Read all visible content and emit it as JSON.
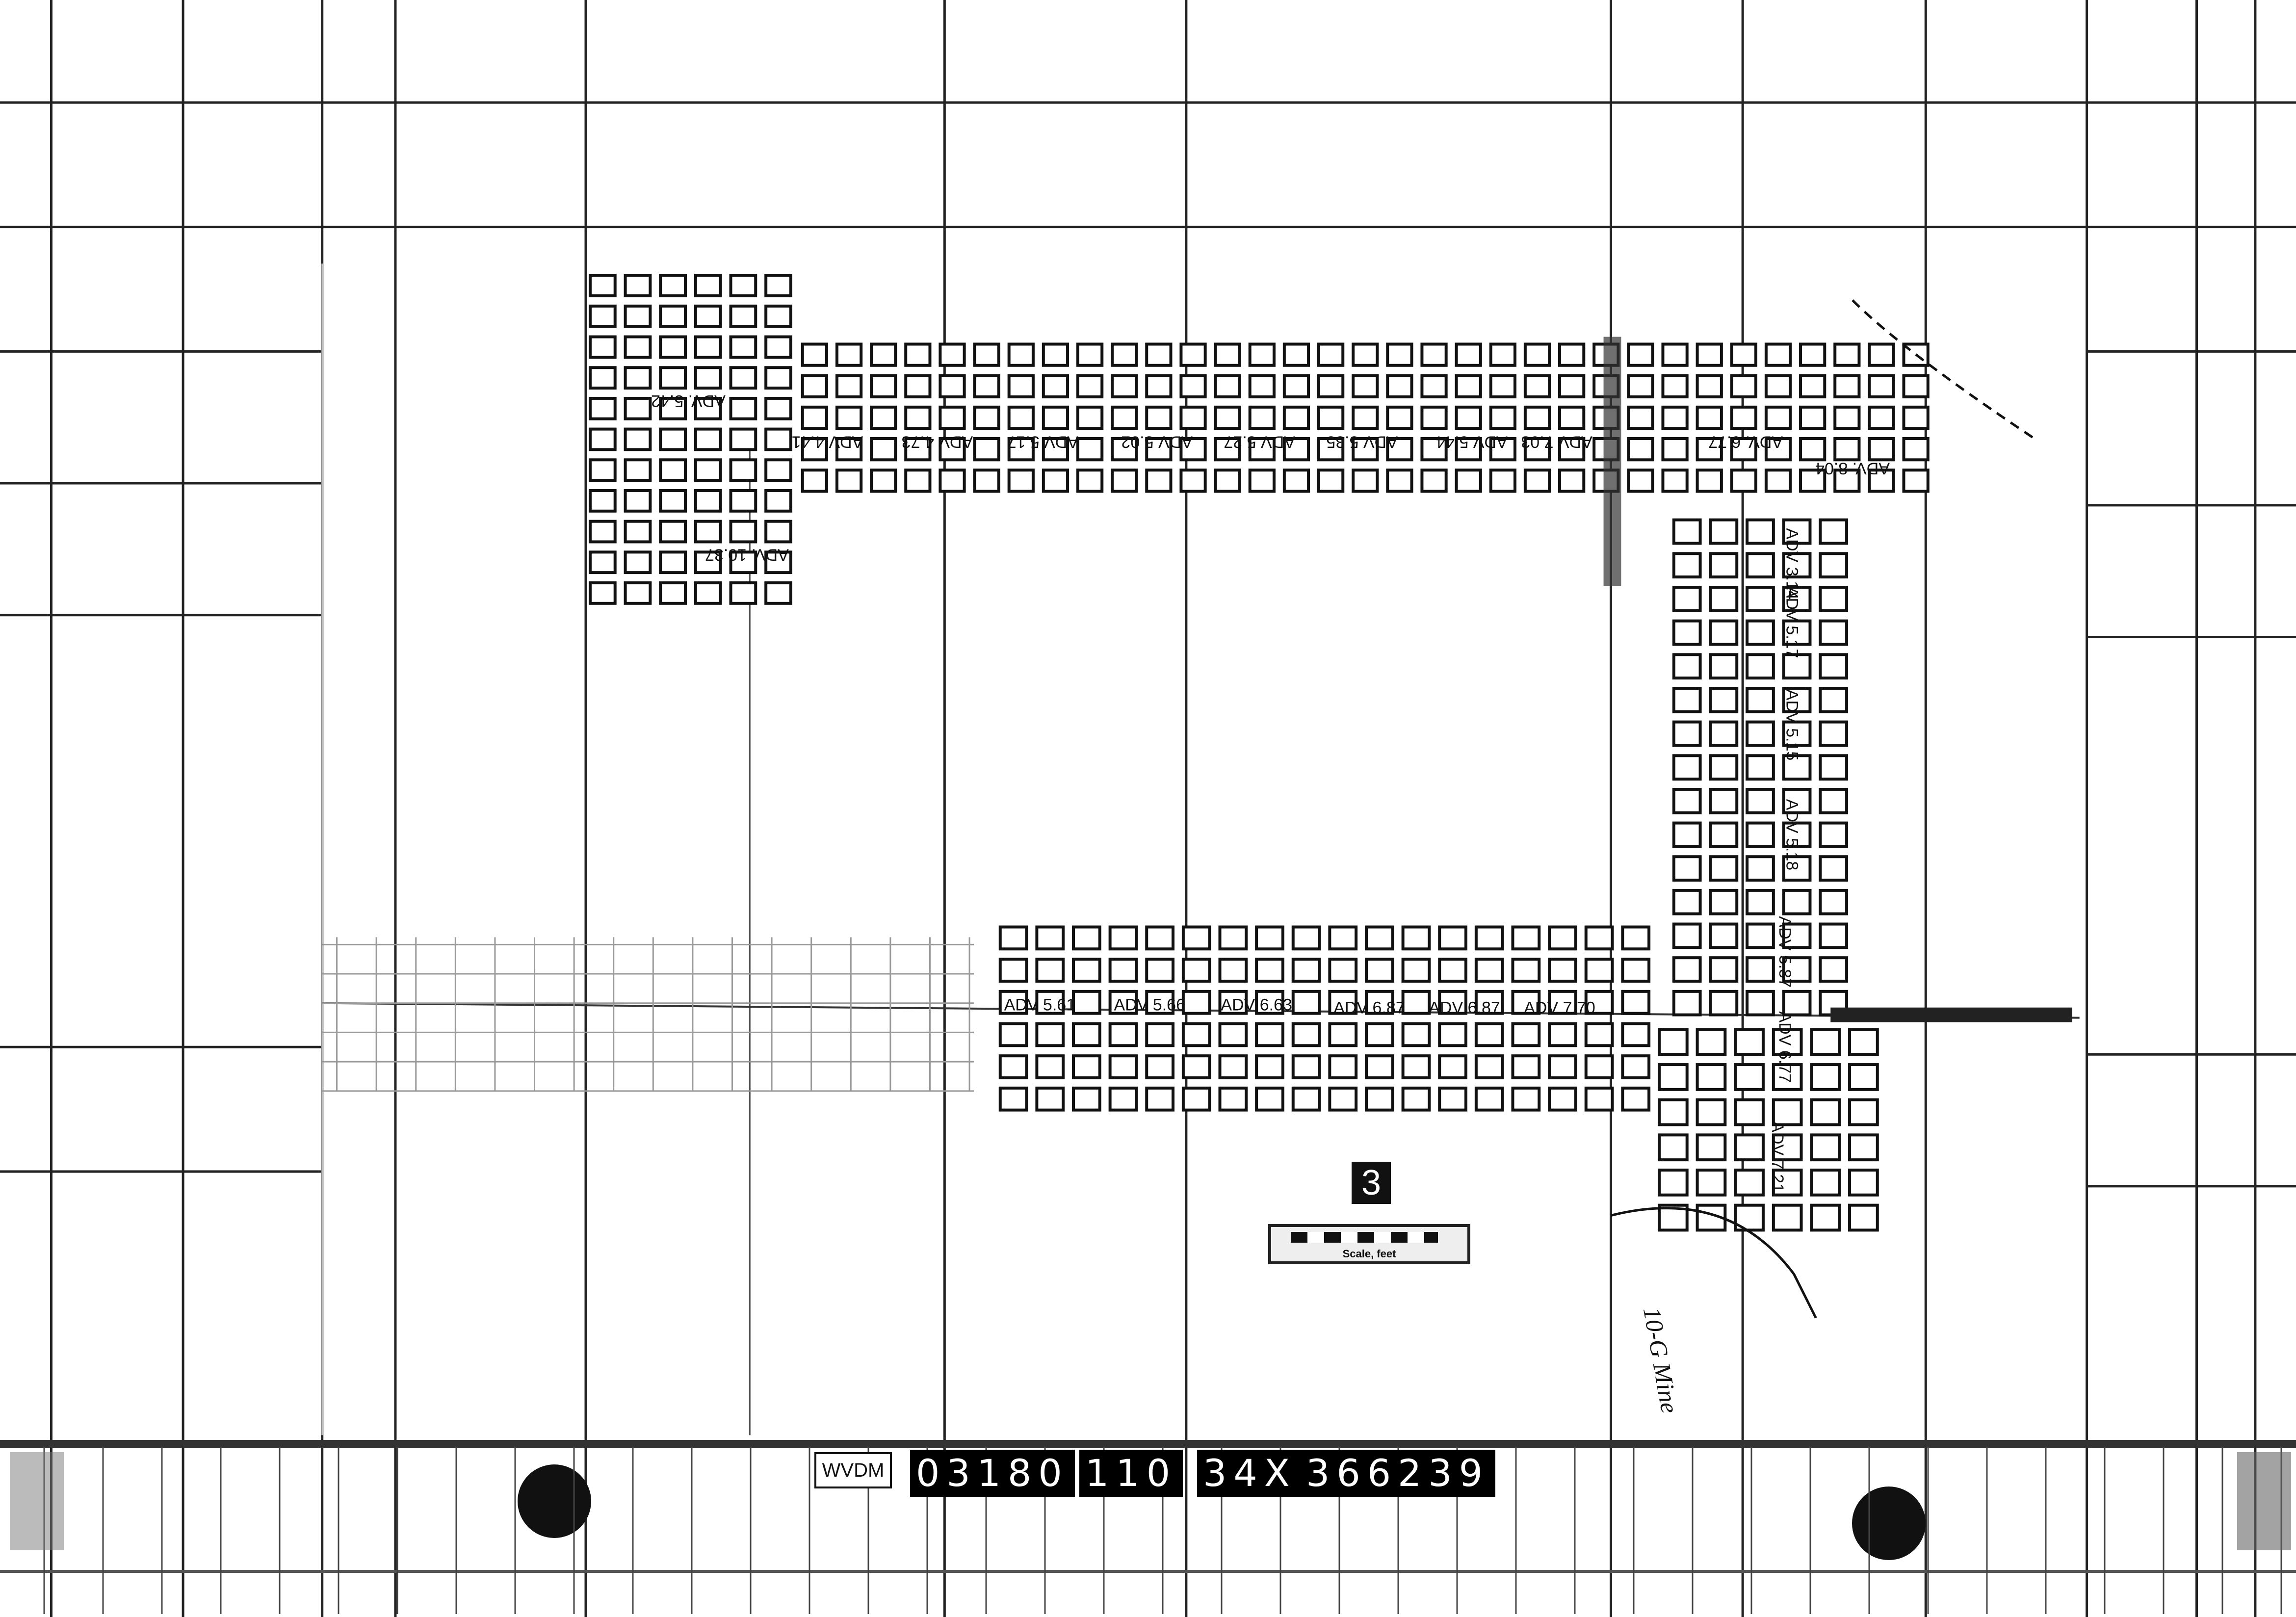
{
  "sheet_number": "3",
  "scale_caption": "Scale, feet",
  "mine_name": "10-G Mine",
  "film_strip": {
    "agency": "WVDM",
    "codes": [
      "03180",
      "110",
      "34X",
      "366239"
    ]
  },
  "map_labels": {
    "left_block": [
      "ADV. 5.42",
      "ADV. 10.37"
    ],
    "top_entries": [
      "ADV 4.41",
      "ADV 4.73",
      "ADV 5.17",
      "ADV 5.02",
      "ADV 5.27",
      "ADV 5.35",
      "ADV 5.44",
      "ADV 7.03",
      "ADV. 6.77",
      "ADV. 8.04"
    ],
    "vertical_entries": [
      "ADV 3.14",
      "ADV 5.17",
      "ADV 5.15",
      "ADV 5.18",
      "ADV 5.87",
      "ADV 6.77",
      "ADV 7.21"
    ],
    "bottom_entries": [
      "ADV 5.61",
      "ADV 5.66",
      "ADV 6.63",
      "ADV 6.87",
      "ADV 6.87",
      "ADV 7.70"
    ]
  },
  "colors": {
    "ink": "#111111",
    "paper": "#ffffff",
    "faded": "#9a9a9a"
  }
}
